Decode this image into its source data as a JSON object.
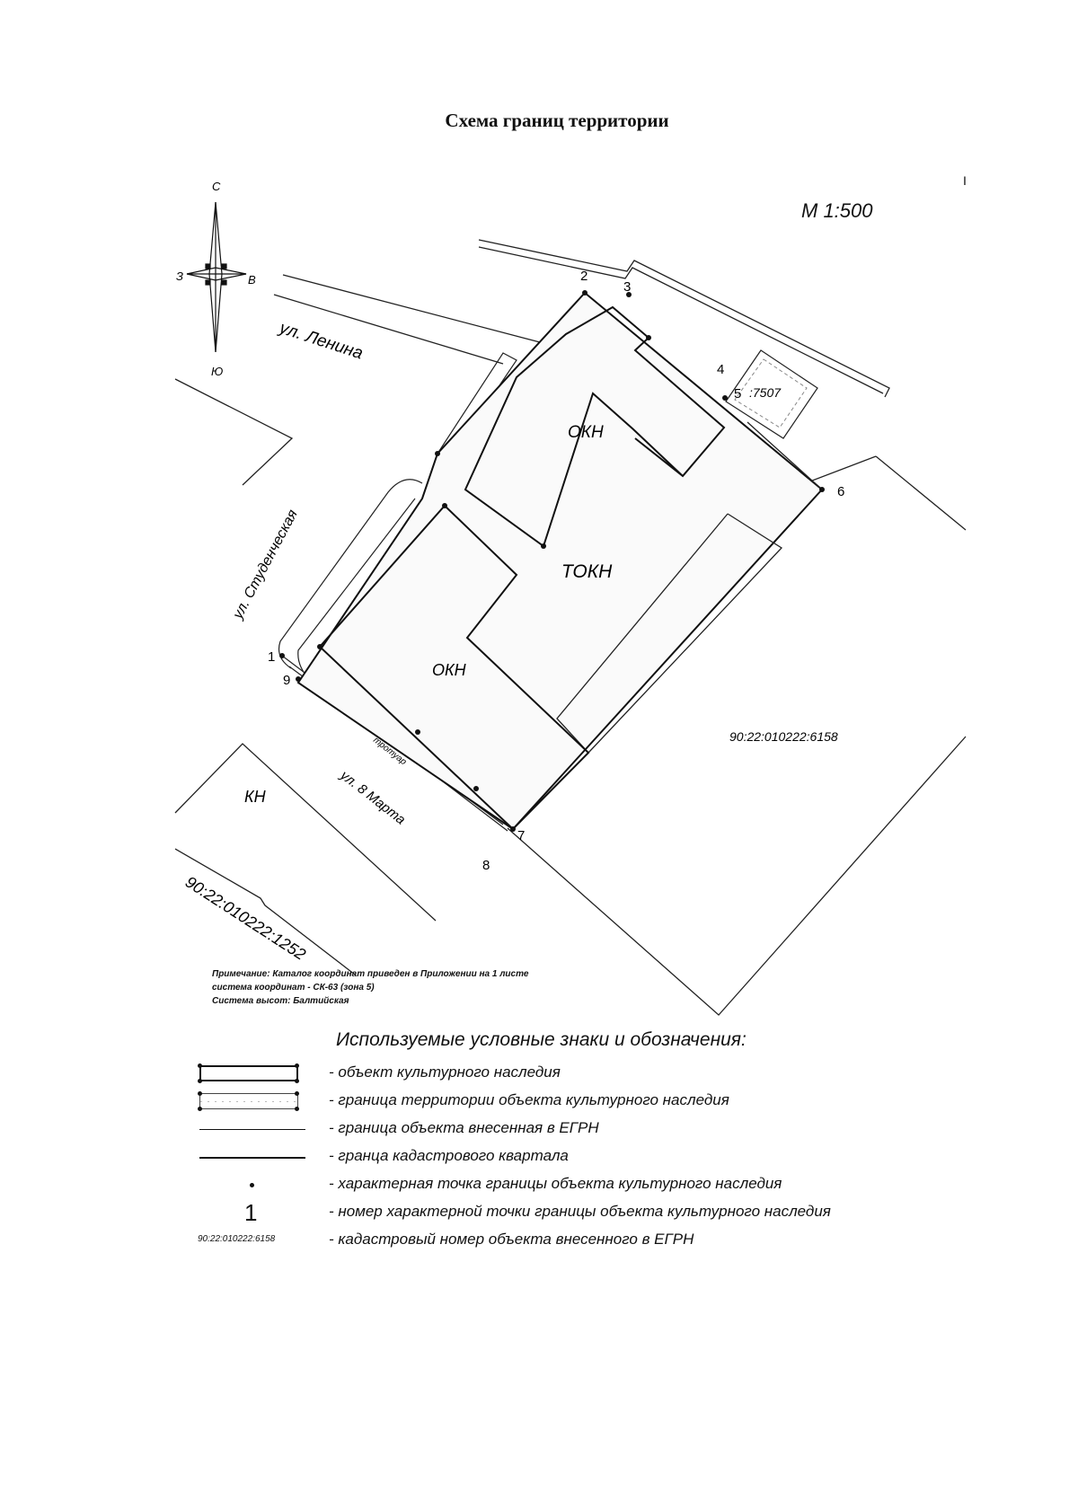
{
  "title": "Схема границ территории",
  "corner_mark": "I",
  "scale": "М 1:500",
  "compass": {
    "north": "С",
    "south": "Ю",
    "west": "З",
    "east": "В"
  },
  "streets": {
    "lenina": "ул. Ленина",
    "studencheskaya": "ул. Студенческая",
    "marta": "ул. 8 Марта",
    "sidewalk": "тротуар"
  },
  "zones": {
    "okn_upper": "ОКН",
    "tokn": "ТОКН",
    "okn_lower": "ОКН",
    "kn": "КН"
  },
  "cadastral": {
    "parcel_6158": "90:22:010222:6158",
    "parcel_1252": "90:22:010222:1252",
    "parcel_7507": ":7507"
  },
  "points": [
    "1",
    "2",
    "3",
    "4",
    "5",
    "6",
    "7",
    "8",
    "9"
  ],
  "notes": [
    "Примечание: Каталог координат приведен в Приложении на 1 листе",
    "система координат - СК-63 (зона 5)",
    "Система высот: Балтийская"
  ],
  "legend_title": "Используемые условные знаки и обозначения:",
  "legend": [
    {
      "symbol": "okn-box",
      "label": "- объект культурного наследия"
    },
    {
      "symbol": "tokn-box",
      "label": "- граница территории объекта культурного наследия"
    },
    {
      "symbol": "thin-line",
      "label": "- граница объекта внесенная в ЕГРН"
    },
    {
      "symbol": "thick-line",
      "label": "- гранца кадастрового квартала"
    },
    {
      "symbol": "point",
      "label": "- характерная точка границы объекта культурного наследия"
    },
    {
      "symbol": "number",
      "symbol_text": "1",
      "label": "- номер характерной точки границы объекта культурного наследия"
    },
    {
      "symbol": "cadastral",
      "symbol_text": "90:22:010222:6158",
      "label": "- кадастровый номер объекта внесенного в ЕГРН"
    }
  ]
}
